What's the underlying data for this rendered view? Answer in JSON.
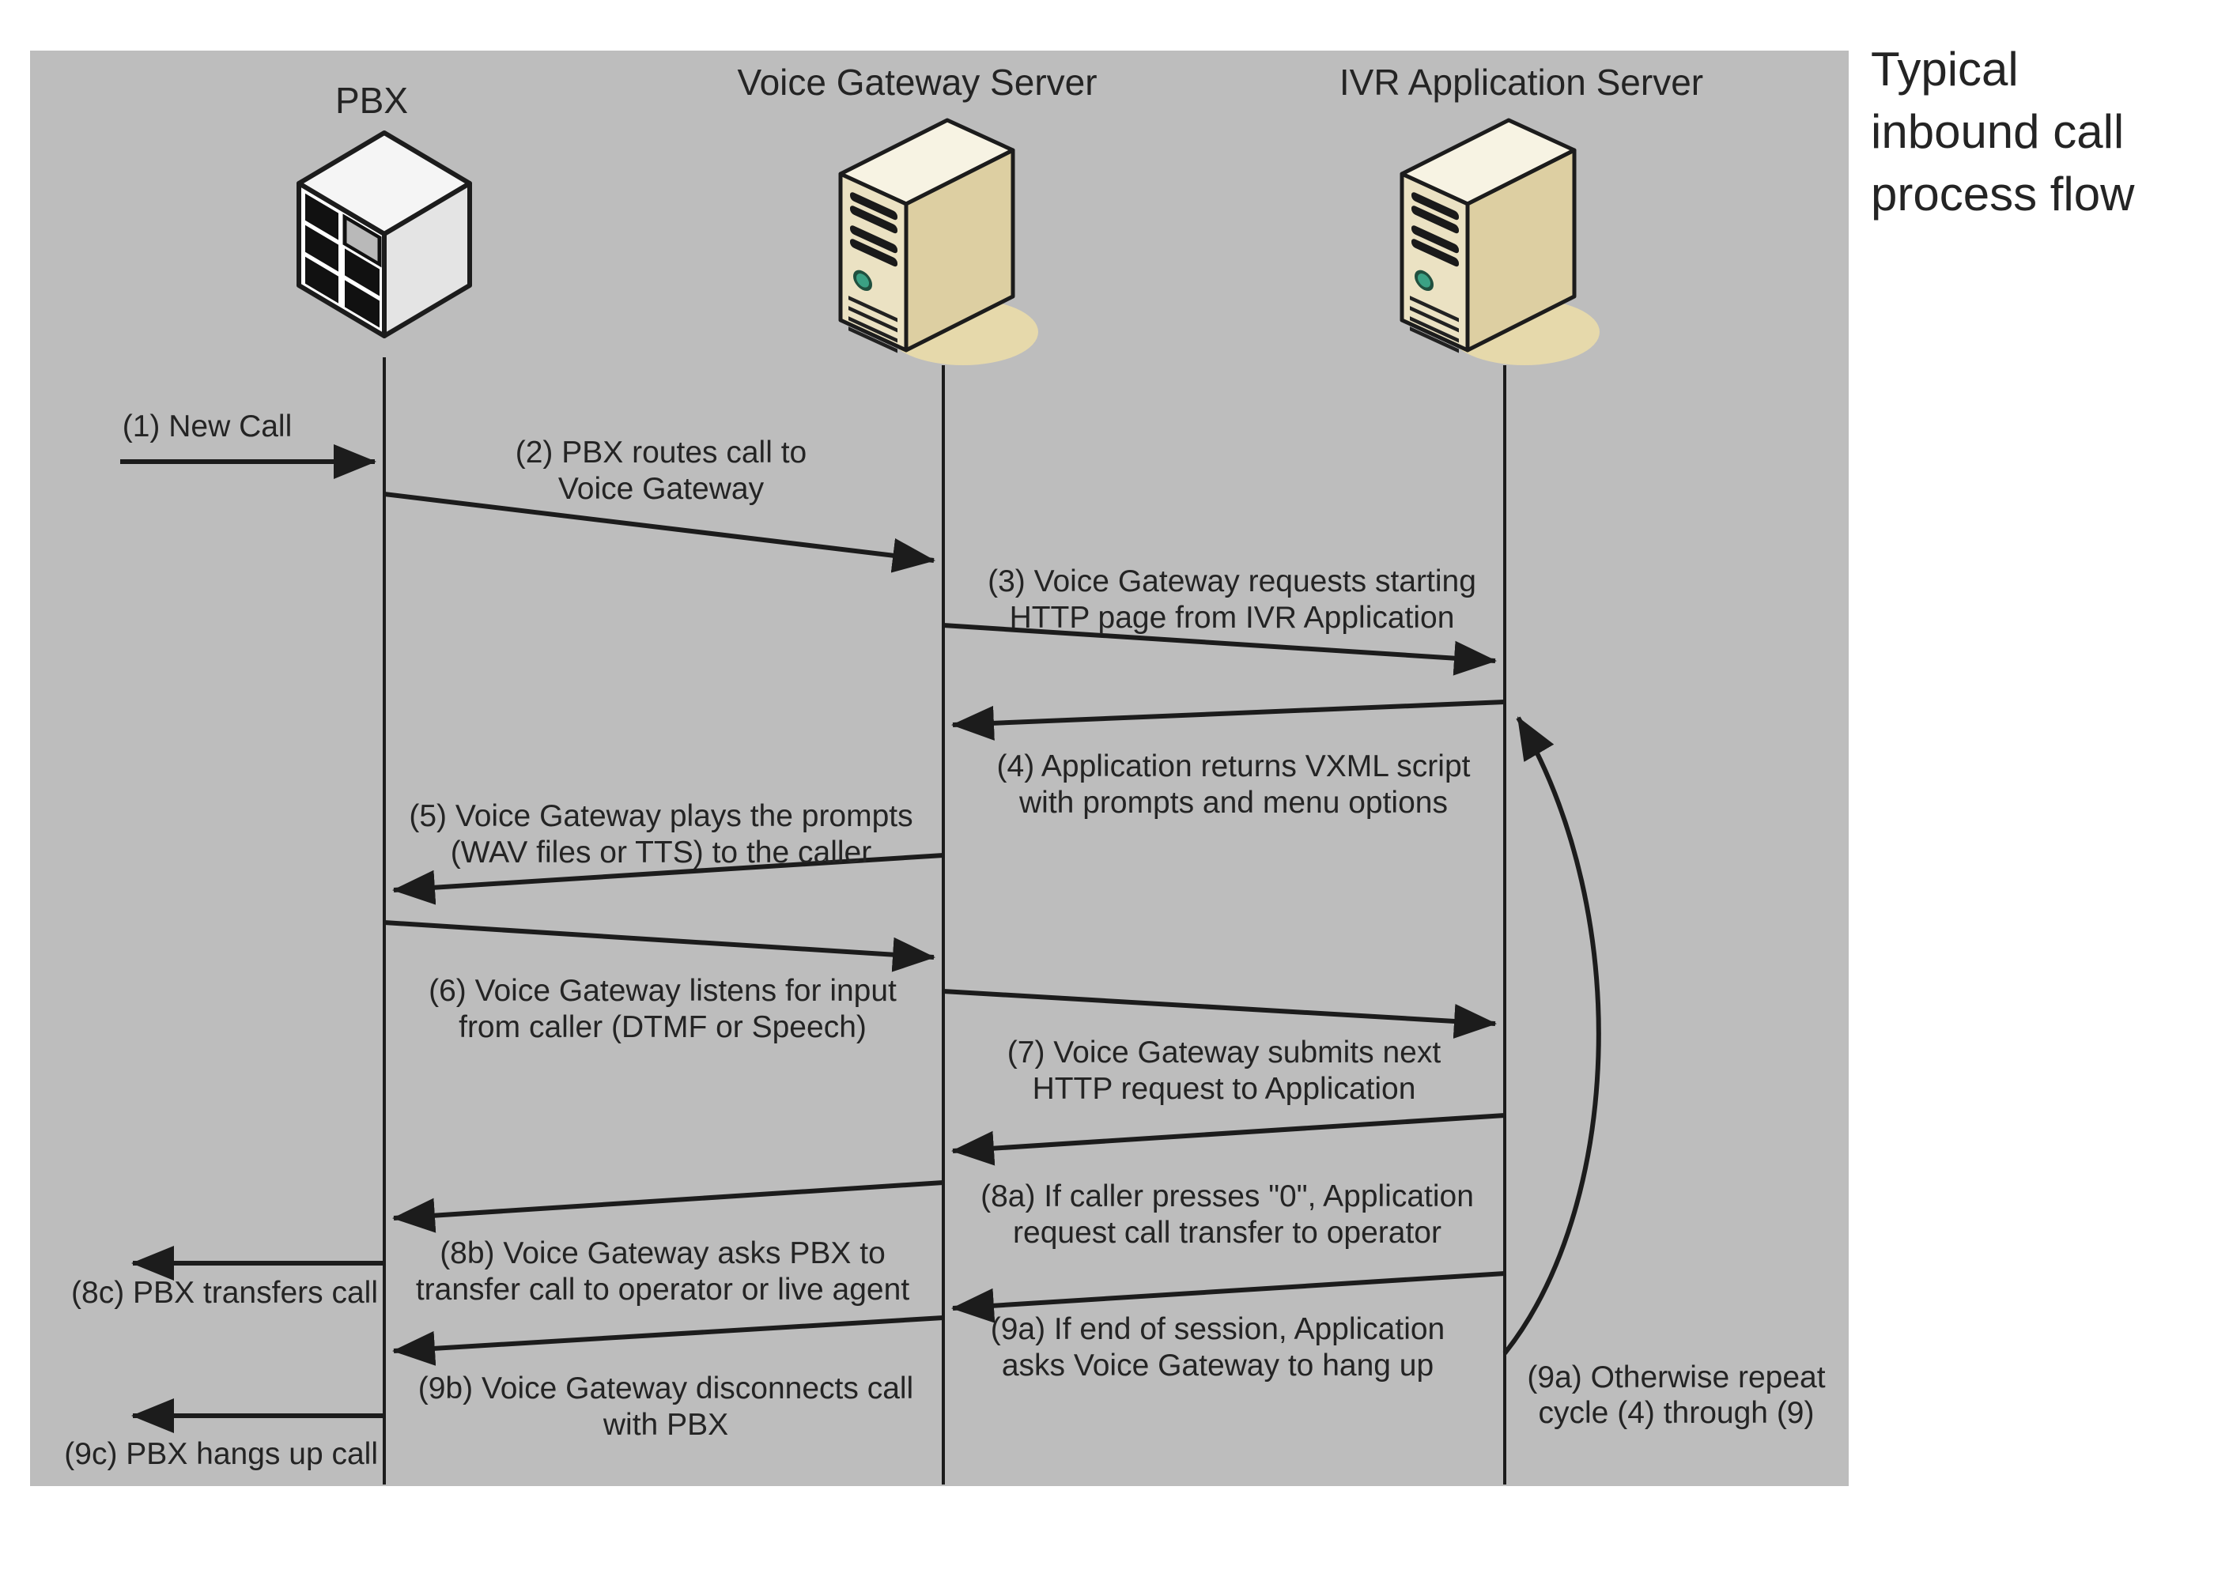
{
  "title": {
    "lines": [
      "Typical",
      "inbound call",
      "process flow"
    ]
  },
  "actors": [
    {
      "id": "pbx",
      "label": "PBX"
    },
    {
      "id": "voice-gateway",
      "label": "Voice Gateway Server"
    },
    {
      "id": "ivr-app",
      "label": "IVR Application Server"
    }
  ],
  "labels": {
    "m1": [
      "(1) New Call"
    ],
    "m2": [
      "(2) PBX routes call to",
      "Voice Gateway"
    ],
    "m3": [
      "(3) Voice Gateway requests starting",
      "HTTP page from IVR Application"
    ],
    "m4": [
      "(4) Application returns VXML script",
      "with prompts and menu options"
    ],
    "m5": [
      "(5) Voice Gateway plays the prompts",
      "(WAV files or TTS) to the caller"
    ],
    "m6": [
      "(6) Voice Gateway listens for input",
      "from caller (DTMF or Speech)"
    ],
    "m7": [
      "(7) Voice Gateway submits next",
      "HTTP request to Application"
    ],
    "m8a": [
      "(8a) If caller presses \"0\", Application",
      "request call transfer to operator"
    ],
    "m8b": [
      "(8b) Voice Gateway asks PBX to",
      "transfer call to operator or live agent"
    ],
    "m8c": [
      "(8c) PBX transfers call"
    ],
    "m9a": [
      "(9a) If end of session, Application",
      "asks Voice Gateway to hang up"
    ],
    "m9a_repeat": [
      "(9a) Otherwise repeat",
      "cycle (4) through (9)"
    ],
    "m9b": [
      "(9b) Voice Gateway disconnects call",
      "with PBX"
    ],
    "m9c": [
      "(9c) PBX hangs up call"
    ]
  },
  "colors": {
    "panel": "#bdbdbd",
    "line": "#1c1c1c",
    "text": "#242424",
    "server_top": "#f7f3e3",
    "server_front": "#ebe2c3",
    "server_side": "#ddcfa2",
    "server_shadow": "#e6d9ab",
    "led": "#3ba184",
    "pbx_top": "#f5f5f5",
    "pbx_side": "#e4e4e4",
    "pbx_front": "#ffffff",
    "pbx_screen": "#b9b9b9"
  }
}
